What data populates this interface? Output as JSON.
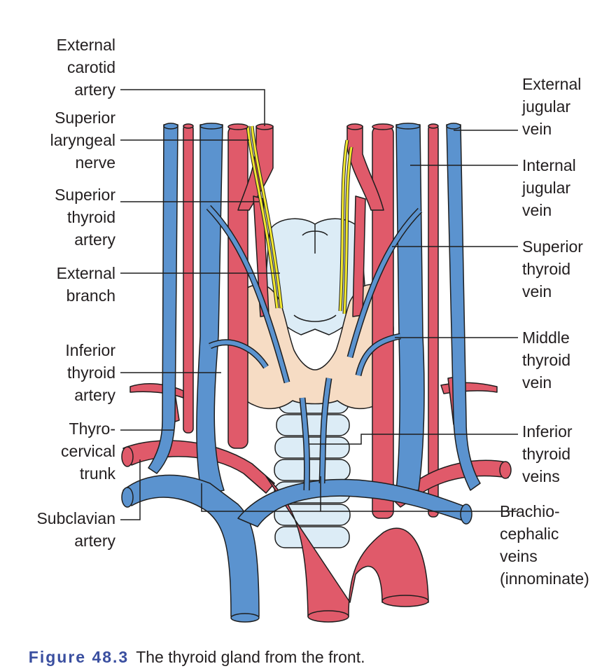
{
  "labels_left": {
    "external_carotid_artery": "External\ncarotid\nartery",
    "superior_laryngeal_nerve": "Superior\nlaryngeal\nnerve",
    "superior_thyroid_artery": "Superior\nthyroid\nartery",
    "external_branch": "External\nbranch",
    "inferior_thyroid_artery": "Inferior\nthyroid\nartery",
    "thyrocervical_trunk": "Thyro-\ncervical\ntrunk",
    "subclavian_artery": "Subclavian\nartery"
  },
  "labels_right": {
    "external_jugular_vein": "External\njugular\nvein",
    "internal_jugular_vein": "Internal\njugular\nvein",
    "superior_thyroid_vein": "Superior\nthyroid\nvein",
    "middle_thyroid_vein": "Middle\nthyroid\nvein",
    "inferior_thyroid_veins": "Inferior\nthyroid\nveins",
    "brachiocephalic_veins": "Brachio-\ncephalic\nveins\n(innominate)"
  },
  "caption": {
    "number": "Figure 48.3",
    "text": "The thyroid gland from the front."
  },
  "colors": {
    "artery": "#e05a6a",
    "vein": "#5b93cf",
    "nerve": "#f2e830",
    "gland": "#f6dcc4",
    "cartilage": "#dcecf6",
    "outline": "#1e1e1e"
  }
}
